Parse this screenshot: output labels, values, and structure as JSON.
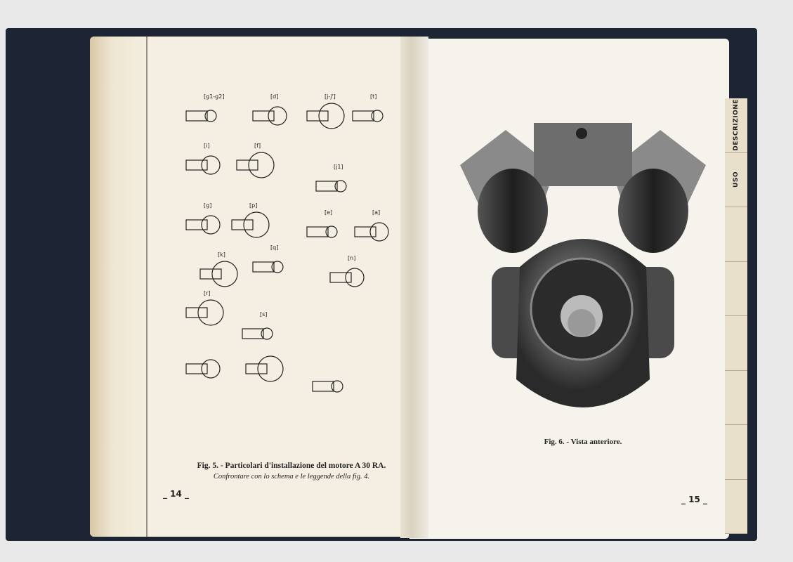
{
  "left_page": {
    "figure_labels": [
      "[g1-g2]",
      "[d]",
      "[j-j']",
      "[t]",
      "[i]",
      "[f]",
      "[j1]",
      "[g]",
      "[p]",
      "[e]",
      "[a]",
      "[k]",
      "[q]",
      "[n]",
      "[r]",
      "[s]"
    ],
    "caption_title": "Fig. 5. - Particolari d'installazione del motore A 30 RA.",
    "caption_subtitle": "Confrontare con lo schema e le leggende della fig. 4.",
    "page_number": "_ 14 _"
  },
  "right_page": {
    "caption": "Fig. 6. - Vista anteriore.",
    "page_number": "_ 15 _",
    "tabs": [
      "DESCRIZIONE",
      "USO",
      "",
      "",
      "",
      "",
      "",
      ""
    ]
  }
}
